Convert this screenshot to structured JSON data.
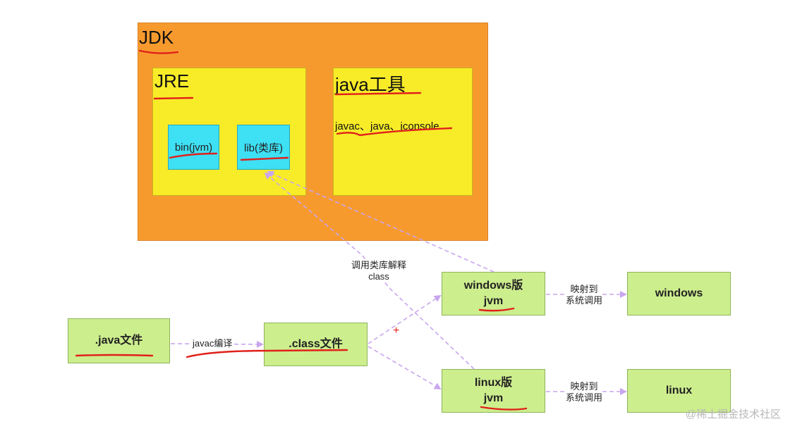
{
  "jdk": {
    "title": "JDK"
  },
  "jre": {
    "title": "JRE",
    "bin": "bin(jvm)",
    "lib": "lib(类库)"
  },
  "tools": {
    "title": "java工具",
    "list": "javac、java、jconsole"
  },
  "flow": {
    "java_file": ".java文件",
    "compile_label": "javac编译",
    "class_file": ".class文件",
    "windows_jvm_line1": "windows版",
    "windows_jvm_line2": "jvm",
    "linux_jvm_line1": "linux版",
    "linux_jvm_line2": "jvm",
    "call_lib_line1": "调用类库解释",
    "call_lib_line2": "class",
    "map_line1": "映射到",
    "map_line2": "系统调用",
    "windows": "windows",
    "linux": "linux",
    "plus": "+"
  },
  "watermark": "@稀土掘金技术社区",
  "colors": {
    "jdk": "#f79a2e",
    "inner": "#f8ec28",
    "cyan": "#3ee0f4",
    "green": "#cdee8d",
    "arrow": "#c9a6ef",
    "underline": "#e0201b"
  }
}
